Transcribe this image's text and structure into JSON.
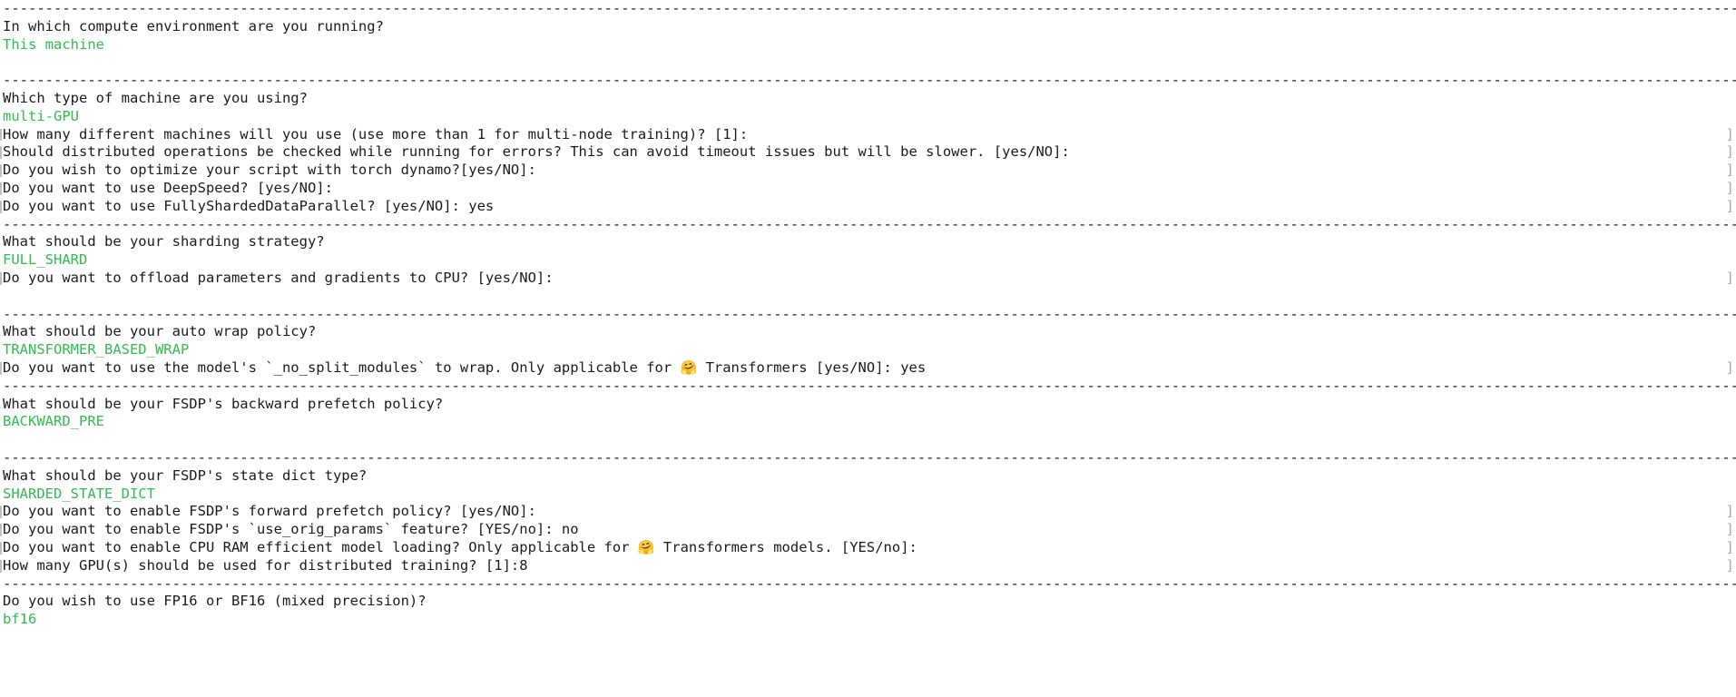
{
  "terminal": {
    "app": "accelerate config",
    "background_color": "#ffffff",
    "question_color": "#1b1b1b",
    "answer_color": "#2fbd4f",
    "wrap_marker_color": "#b4b4b4",
    "divider": "---------------------------------------------------------------------------------------------------------------------------------------------------------------------------------------------------------------------------------------------------------------",
    "emoji": "🤗",
    "lines": [
      {
        "id": "rule-1",
        "kind": "rule"
      },
      {
        "id": "l1",
        "kind": "question",
        "text": "In which compute environment are you running?",
        "marked": false
      },
      {
        "id": "l2",
        "kind": "answer",
        "text": "This machine",
        "marked": false
      },
      {
        "id": "sp-1",
        "kind": "spacer"
      },
      {
        "id": "rule-2",
        "kind": "rule"
      },
      {
        "id": "l3",
        "kind": "question",
        "text": "Which type of machine are you using?",
        "marked": false
      },
      {
        "id": "l4",
        "kind": "answer",
        "text": "multi-GPU",
        "marked": false
      },
      {
        "id": "l5",
        "kind": "question",
        "text": "How many different machines will you use (use more than 1 for multi-node training)? [1]:",
        "marked": true
      },
      {
        "id": "l6",
        "kind": "question",
        "text": "Should distributed operations be checked while running for errors? This can avoid timeout issues but will be slower. [yes/NO]:",
        "marked": true
      },
      {
        "id": "l7",
        "kind": "question",
        "text": "Do you wish to optimize your script with torch dynamo?[yes/NO]:",
        "marked": true
      },
      {
        "id": "l8",
        "kind": "question",
        "text": "Do you want to use DeepSpeed? [yes/NO]:",
        "marked": true
      },
      {
        "id": "l9",
        "kind": "question",
        "text": "Do you want to use FullyShardedDataParallel? [yes/NO]: yes",
        "marked": true
      },
      {
        "id": "rule-3",
        "kind": "rule"
      },
      {
        "id": "l10",
        "kind": "question",
        "text": "What should be your sharding strategy?",
        "marked": false
      },
      {
        "id": "l11",
        "kind": "answer",
        "text": "FULL_SHARD",
        "marked": false
      },
      {
        "id": "l12",
        "kind": "question",
        "text": "Do you want to offload parameters and gradients to CPU? [yes/NO]:",
        "marked": true
      },
      {
        "id": "sp-2",
        "kind": "spacer"
      },
      {
        "id": "rule-4",
        "kind": "rule"
      },
      {
        "id": "l13",
        "kind": "question",
        "text": "What should be your auto wrap policy?",
        "marked": false
      },
      {
        "id": "l14",
        "kind": "answer",
        "text": "TRANSFORMER_BASED_WRAP",
        "marked": false
      },
      {
        "id": "l15",
        "kind": "question-emoji",
        "marked": true,
        "pre": "Do you want to use the model's `_no_split_modules` to wrap. Only applicable for ",
        "post": " Transformers [yes/NO]: yes"
      },
      {
        "id": "rule-5",
        "kind": "rule"
      },
      {
        "id": "l16",
        "kind": "question",
        "text": "What should be your FSDP's backward prefetch policy?",
        "marked": false
      },
      {
        "id": "l17",
        "kind": "answer",
        "text": "BACKWARD_PRE",
        "marked": false
      },
      {
        "id": "sp-3",
        "kind": "spacer"
      },
      {
        "id": "rule-6",
        "kind": "rule"
      },
      {
        "id": "l18",
        "kind": "question",
        "text": "What should be your FSDP's state dict type?",
        "marked": false
      },
      {
        "id": "l19",
        "kind": "answer",
        "text": "SHARDED_STATE_DICT",
        "marked": false
      },
      {
        "id": "l20",
        "kind": "question",
        "text": "Do you want to enable FSDP's forward prefetch policy? [yes/NO]:",
        "marked": true
      },
      {
        "id": "l21",
        "kind": "question",
        "text": "Do you want to enable FSDP's `use_orig_params` feature? [YES/no]: no",
        "marked": true
      },
      {
        "id": "l22",
        "kind": "question-emoji",
        "marked": true,
        "pre": "Do you want to enable CPU RAM efficient model loading? Only applicable for ",
        "post": " Transformers models. [YES/no]:"
      },
      {
        "id": "l23",
        "kind": "question",
        "text": "How many GPU(s) should be used for distributed training? [1]:8",
        "marked": true
      },
      {
        "id": "rule-7",
        "kind": "rule"
      },
      {
        "id": "l24",
        "kind": "question",
        "text": "Do you wish to use FP16 or BF16 (mixed precision)?",
        "marked": false
      },
      {
        "id": "l25",
        "kind": "answer",
        "text": "bf16",
        "marked": false
      }
    ]
  }
}
